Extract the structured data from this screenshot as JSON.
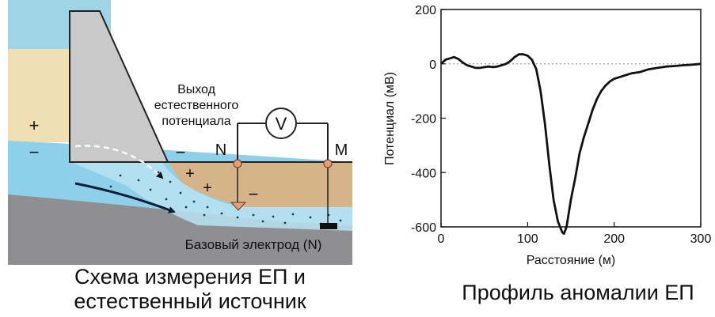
{
  "schematic": {
    "outflow_label": "Выход естественного потенциала",
    "outflow_lines": [
      "Выход",
      "естественного",
      "потенциала"
    ],
    "electrode_n": "N",
    "electrode_m": "M",
    "voltmeter": "V",
    "base_electrode": "Базовый электрод (N)",
    "plus_sign": "+",
    "minus_sign": "−",
    "caption_lines": [
      "Схема измерения ЕП и",
      "естественный источник"
    ]
  },
  "chart_data": {
    "type": "line",
    "title": "Профиль аномалии ЕП",
    "xlabel": "Расстояние (м)",
    "ylabel": "Потенциал (мВ)",
    "xlim": [
      0,
      300
    ],
    "ylim": [
      -600,
      200
    ],
    "xticks": [
      0,
      100,
      200,
      300
    ],
    "yticks": [
      200,
      0,
      -200,
      -400,
      -600
    ],
    "baseline": 0,
    "grid": false,
    "x": [
      0,
      5,
      10,
      15,
      20,
      25,
      30,
      35,
      40,
      45,
      50,
      55,
      60,
      65,
      70,
      75,
      80,
      85,
      90,
      95,
      100,
      105,
      110,
      115,
      120,
      125,
      130,
      135,
      140,
      142,
      145,
      150,
      155,
      160,
      165,
      170,
      175,
      180,
      185,
      190,
      195,
      200,
      210,
      220,
      230,
      240,
      250,
      260,
      270,
      280,
      290,
      300
    ],
    "y": [
      0,
      15,
      20,
      25,
      18,
      5,
      -5,
      -10,
      -15,
      -15,
      -12,
      -10,
      -12,
      -10,
      -5,
      0,
      10,
      25,
      35,
      35,
      30,
      15,
      -20,
      -100,
      -220,
      -370,
      -500,
      -580,
      -620,
      -625,
      -600,
      -500,
      -420,
      -330,
      -270,
      -220,
      -170,
      -130,
      -100,
      -80,
      -65,
      -55,
      -45,
      -35,
      -30,
      -20,
      -15,
      -10,
      -8,
      -5,
      -3,
      0
    ]
  }
}
